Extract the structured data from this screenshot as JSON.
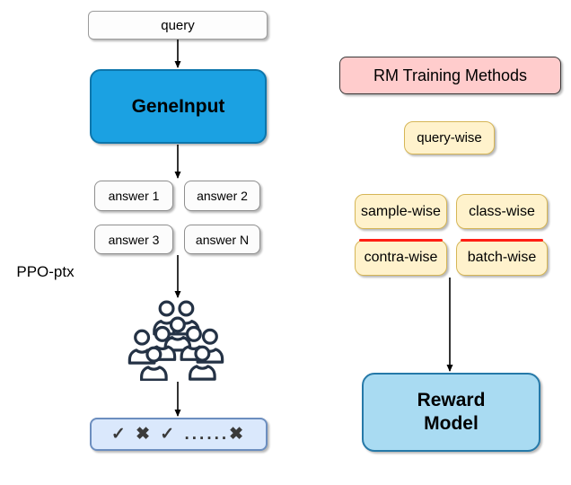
{
  "left_flow": {
    "query_label": "query",
    "geneinput_label": "GeneInput",
    "answers": [
      "answer 1",
      "answer 2",
      "answer 3",
      "answer N"
    ],
    "ppo_label": "PPO-ptx",
    "crowd_icon": "crowd-of-people-icon",
    "feedback_label": "✓ ✖ ✓ ......✖"
  },
  "right_flow": {
    "header_label": "RM Training Methods",
    "query_wise_label": "query-wise",
    "methods": [
      {
        "label": "sample-wise",
        "highlight": false
      },
      {
        "label": "class-wise",
        "highlight": false
      },
      {
        "label": "contra-wise",
        "highlight": true
      },
      {
        "label": "batch-wise",
        "highlight": true
      }
    ],
    "reward_model_label": "Reward Model"
  },
  "colors": {
    "geneinput_blue": "#1BA1E2",
    "rm_header_pink": "#FFCCCC",
    "method_yellow_fill": "#FFF2CC",
    "method_yellow_border": "#D6B656",
    "highlight_red": "#FF1F14",
    "feedback_blue_fill": "#DAE8FC",
    "feedback_blue_border": "#6C8EBF",
    "reward_model_fill": "#A9DBF2",
    "reward_model_border": "#2679A8",
    "crowd_navy": "#243245"
  }
}
